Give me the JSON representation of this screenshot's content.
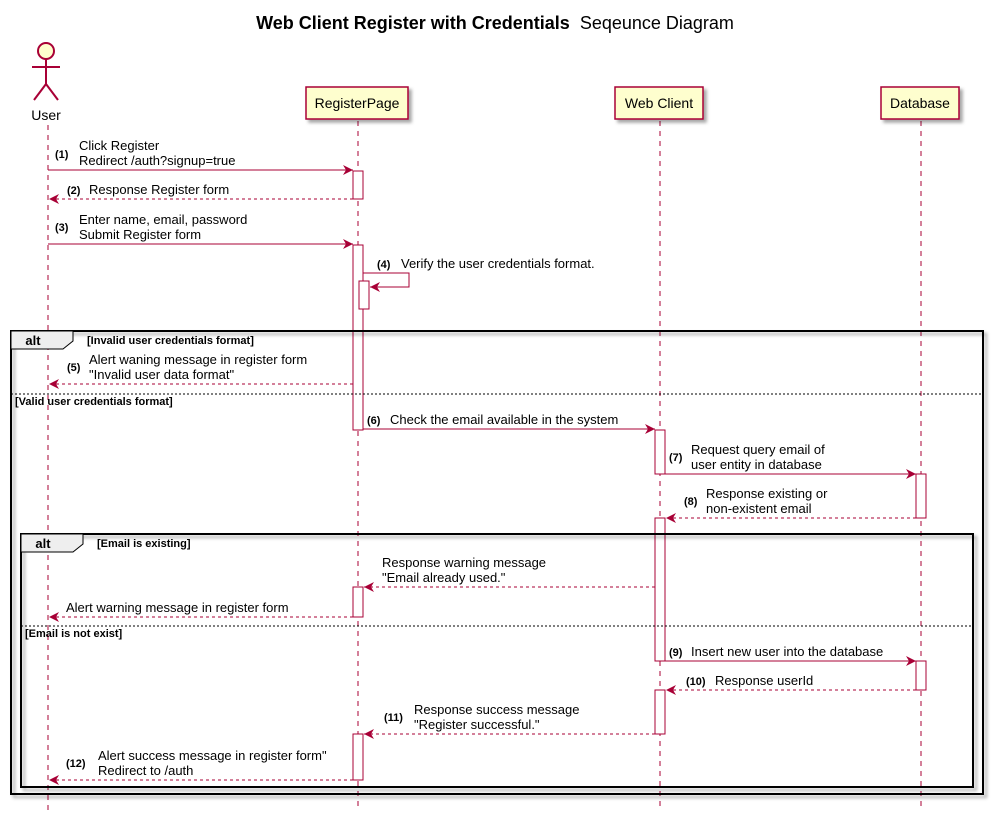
{
  "title": {
    "bold": "Web Client Register with Credentials",
    "normal": "Seqeunce Diagram"
  },
  "actor": {
    "label": "User"
  },
  "participants": {
    "register_page": "RegisterPage",
    "web_client": "Web Client",
    "database": "Database"
  },
  "colors": {
    "line": "#A80036",
    "box_fill": "#FEFECE",
    "lifeline": "#A80036"
  },
  "messages": [
    {
      "num": "(1)",
      "lines": [
        "Click Register",
        "Redirect /auth?signup=true"
      ]
    },
    {
      "num": "(2)",
      "lines": [
        "Response Register form"
      ]
    },
    {
      "num": "(3)",
      "lines": [
        "Enter name, email, password",
        "Submit Register form"
      ]
    },
    {
      "num": "(4)",
      "lines": [
        "Verify the user credentials format."
      ]
    },
    {
      "num": "(5)",
      "lines": [
        "Alert waning message in register form",
        "\"Invalid user data format\""
      ]
    },
    {
      "num": "(6)",
      "lines": [
        "Check the email available in the system"
      ]
    },
    {
      "num": "(7)",
      "lines": [
        "Request query email of",
        "user entity in database"
      ]
    },
    {
      "num": "(8)",
      "lines": [
        "Response existing or",
        "non-existent email"
      ]
    },
    {
      "num": "",
      "lines": [
        "Response warning message",
        "\"Email already used.\""
      ]
    },
    {
      "num": "",
      "lines": [
        "Alert warning message in register form"
      ]
    },
    {
      "num": "(9)",
      "lines": [
        "Insert new user into the database"
      ]
    },
    {
      "num": "(10)",
      "lines": [
        "Response userId"
      ]
    },
    {
      "num": "(11)",
      "lines": [
        "Response success message",
        "\"Register successful.\""
      ]
    },
    {
      "num": "(12)",
      "lines": [
        "Alert success message in register form\"",
        "Redirect to /auth"
      ]
    }
  ],
  "alt_outer": {
    "label": "alt",
    "cond1": "[Invalid user credentials format]",
    "cond2": "[Valid user credentials format]"
  },
  "alt_inner": {
    "label": "alt",
    "cond1": "[Email is existing]",
    "cond2": "[Email is not exist]"
  }
}
